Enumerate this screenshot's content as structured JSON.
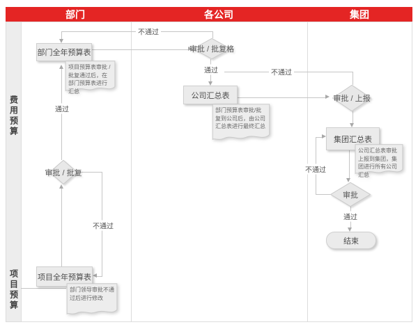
{
  "colors": {
    "header_red": "#e42524",
    "node_fill": "#ebebeb",
    "line_gray": "#c5c5c5"
  },
  "header": {
    "columns": [
      {
        "label": "部门"
      },
      {
        "label": "各公司"
      },
      {
        "label": "集团"
      }
    ]
  },
  "sidebar": {
    "sections": [
      {
        "label": "费用预算"
      },
      {
        "label": "项目预算"
      }
    ]
  },
  "flow": {
    "labels": {
      "pass": "通过",
      "fail": "不通过"
    },
    "nodes": {
      "dept_annual_budget": "部门全年预算表",
      "approval_reply_1": "审批 / 批复格",
      "company_summary": "公司汇总表",
      "approval_report": "审批 / 上报",
      "group_summary": "集团汇总表",
      "group_approval": "审批",
      "end": "结束",
      "dept_approval_reply": "审批 / 批复",
      "project_annual_budget": "项目全年预算表"
    },
    "notes": {
      "note_dept_budget": "项目预算表审批 / 批复通过后，在部门预算表进行汇总",
      "note_company_summary": "部门预算表审批/批复到公司后，由公司汇总表进行最终汇总",
      "note_group_summary": "公司汇总表审批上报到集团，集团进行所有公司汇总",
      "note_project_budget": "部门领导审批不通过后进行修改"
    }
  }
}
